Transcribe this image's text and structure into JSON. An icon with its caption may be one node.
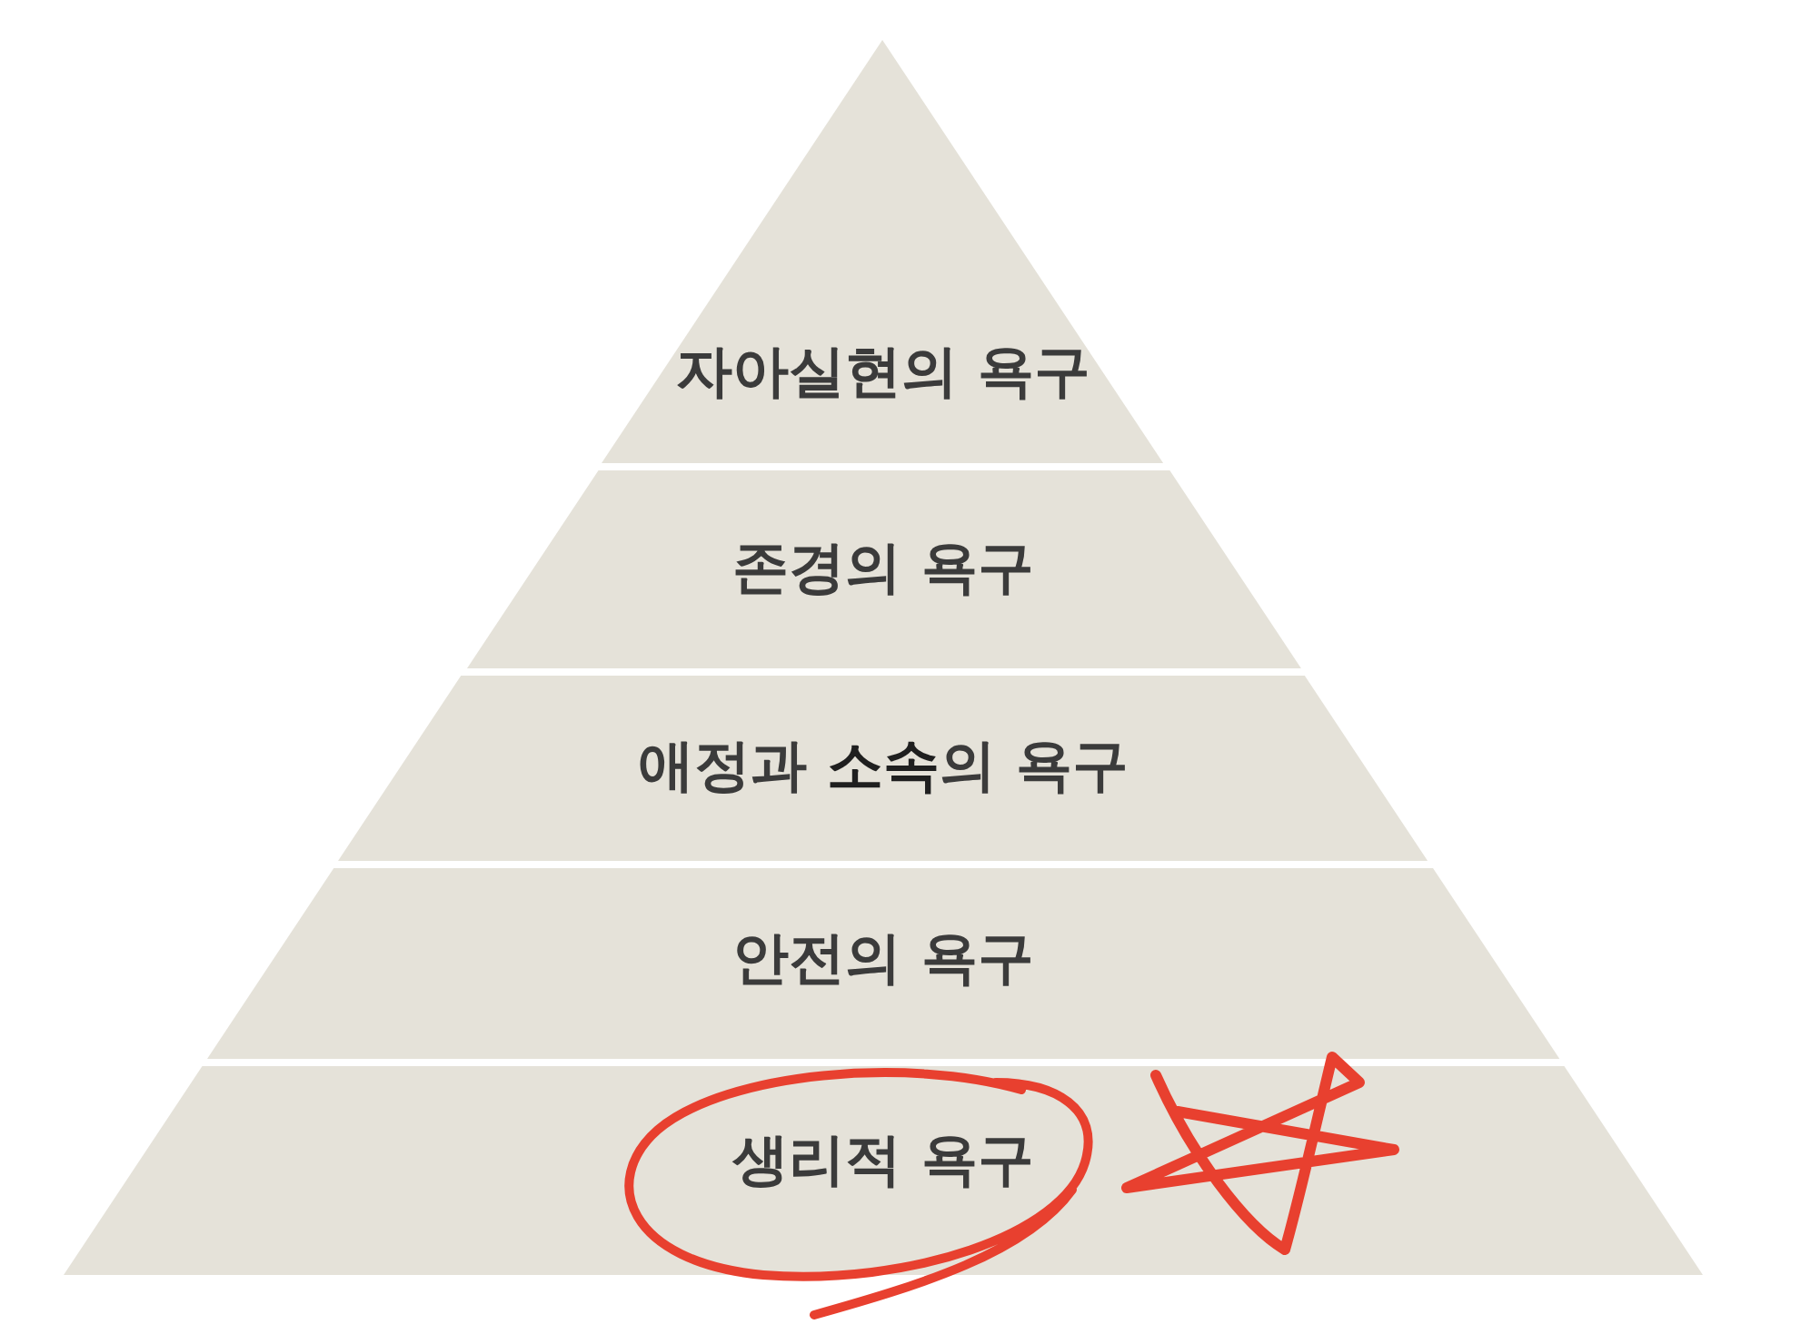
{
  "diagram": {
    "nodes": [
      {
        "text": [
          "자아실현의 욕구"
        ]
      },
      {
        "text": [
          "존경의 욕구"
        ]
      },
      {
        "text": [
          "애정과 **소속**의 욕구"
        ]
      },
      {
        "text": [
          "안전의 욕구"
        ]
      },
      {
        "text": [
          "생리적 욕구"
        ]
      }
    ]
  }
}
